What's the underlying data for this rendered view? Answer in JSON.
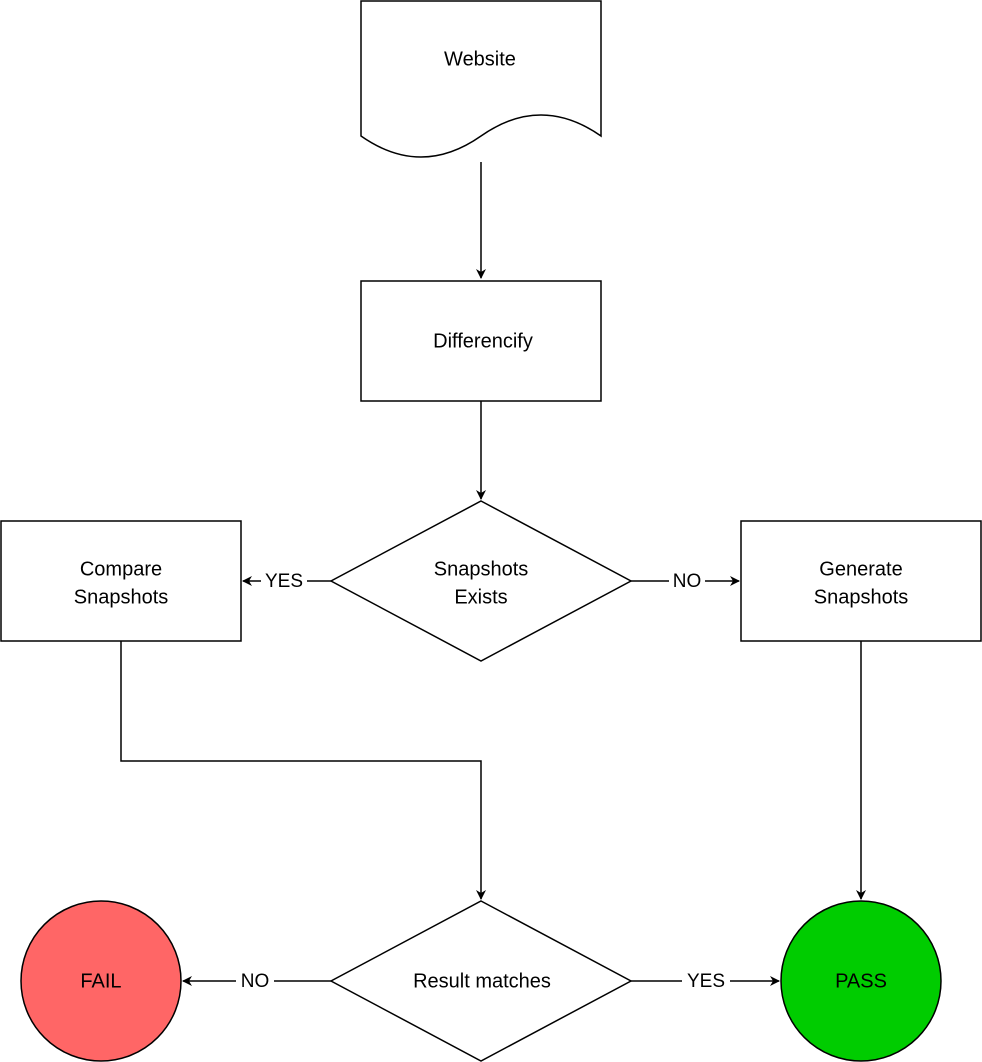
{
  "nodes": {
    "website": {
      "label": "Website"
    },
    "differencify": {
      "label": "Differencify"
    },
    "snapshots_exists": {
      "line1": "Snapshots",
      "line2": "Exists"
    },
    "compare_snapshots": {
      "line1": "Compare",
      "line2": "Snapshots"
    },
    "generate_snapshots": {
      "line1": "Generate",
      "line2": "Snapshots"
    },
    "result_matches": {
      "label": "Result matches"
    },
    "fail": {
      "label": "FAIL",
      "color": "#FF6666"
    },
    "pass": {
      "label": "PASS",
      "color": "#00CC00"
    }
  },
  "edges": {
    "exists_yes": {
      "label": "YES"
    },
    "exists_no": {
      "label": "NO"
    },
    "result_no": {
      "label": "NO"
    },
    "result_yes": {
      "label": "YES"
    }
  }
}
